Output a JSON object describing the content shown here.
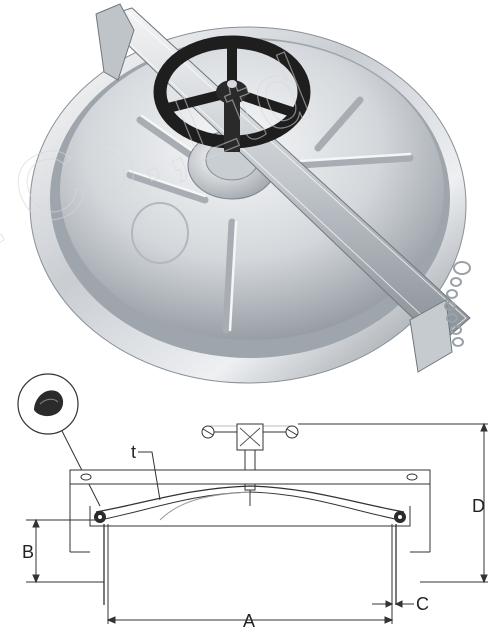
{
  "watermark": "t Co.,Ltd",
  "labels": {
    "t": "t",
    "a": "A",
    "b": "B",
    "c": "C",
    "d": "D"
  },
  "colors": {
    "steel_light": "#eef0f2",
    "steel_mid": "#b9bec4",
    "steel_dark": "#6f757c",
    "handwheel": "#1e1e1e",
    "line": "#333333",
    "gasket": "#2b2b2b"
  },
  "icons": {
    "gasket_detail": "gasket-profile-icon"
  }
}
